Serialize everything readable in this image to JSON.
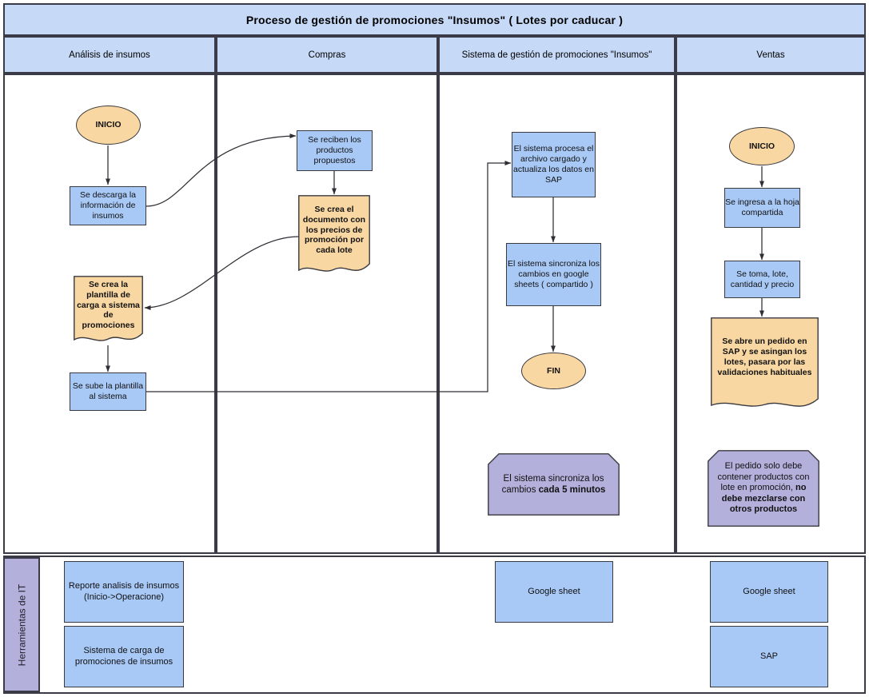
{
  "diagram": {
    "title": "Proceso de gestión de promociones \"Insumos\" ( Lotes por caducar )",
    "type": "swimlane-flowchart",
    "colors": {
      "header_fill": "#c6d9f7",
      "process_fill": "#a8c8f6",
      "terminator_fill": "#f8d7a3",
      "document_fill": "#f8d7a3",
      "note_fill": "#b3b0db",
      "border": "#39393f",
      "frame_border": "#3b3b47"
    }
  },
  "lanes": [
    {
      "id": "analisis",
      "label": "Análisis de insumos"
    },
    {
      "id": "compras",
      "label": "Compras"
    },
    {
      "id": "sistema",
      "label": "Sistema de gestión de promociones \"Insumos\""
    },
    {
      "id": "ventas",
      "label": "Ventas"
    }
  ],
  "nodes": {
    "inicio_analisis": {
      "label": "INICIO",
      "shape": "terminator",
      "lane": "analisis"
    },
    "descarga_info": {
      "label": "Se descarga la información de insumos",
      "shape": "process",
      "lane": "analisis"
    },
    "crea_plantilla": {
      "label": "Se crea la plantilla de carga a sistema de promociones",
      "shape": "document",
      "lane": "analisis"
    },
    "sube_plantilla": {
      "label": "Se sube la plantilla al sistema",
      "shape": "process",
      "lane": "analisis"
    },
    "reciben_productos": {
      "label": "Se reciben los productos propuestos",
      "shape": "process",
      "lane": "compras"
    },
    "crea_documento": {
      "label": "Se crea el documento con los precios de promoción por cada lote",
      "shape": "document",
      "lane": "compras"
    },
    "procesa_archivo": {
      "label": "El sistema procesa el archivo cargado y actualiza los datos en SAP",
      "shape": "process",
      "lane": "sistema"
    },
    "sincroniza": {
      "label": "El sistema sincroniza los cambios en google sheets ( compartido )",
      "shape": "process",
      "lane": "sistema"
    },
    "fin_sistema": {
      "label": "FIN",
      "shape": "terminator",
      "lane": "sistema"
    },
    "inicio_ventas": {
      "label": "INICIO",
      "shape": "terminator",
      "lane": "ventas"
    },
    "ingresa_hoja": {
      "label": "Se ingresa a la hoja compartida",
      "shape": "process",
      "lane": "ventas"
    },
    "toma_lote": {
      "label": "Se toma, lote, cantidad y precio",
      "shape": "process",
      "lane": "ventas"
    },
    "abre_pedido": {
      "label": "Se abre un pedido en SAP y se asingan los lotes, pasara por las validaciones habituales",
      "shape": "document",
      "lane": "ventas"
    }
  },
  "notes": {
    "note_sistema": {
      "lane": "sistema",
      "parts": [
        {
          "text": "El sistema sincroniza los cambios ",
          "bold": false
        },
        {
          "text": "cada 5 minutos",
          "bold": true
        }
      ]
    },
    "note_ventas": {
      "lane": "ventas",
      "parts": [
        {
          "text": "El pedido solo debe contener productos con lote en promoción, ",
          "bold": false
        },
        {
          "text": "no debe mezclarse con otros productos",
          "bold": true
        }
      ]
    }
  },
  "it_tools": {
    "label": "Herramientas de IT",
    "items": [
      {
        "lane": "analisis",
        "label": "Reporte analisis de insumos (Inicio->Operacione)"
      },
      {
        "lane": "analisis",
        "label": "Sistema de carga de promociones de insumos"
      },
      {
        "lane": "sistema",
        "label": "Google sheet"
      },
      {
        "lane": "ventas",
        "label": "Google sheet"
      },
      {
        "lane": "ventas",
        "label": "SAP"
      }
    ]
  },
  "edges": [
    {
      "from": "inicio_analisis",
      "to": "descarga_info",
      "style": "straight"
    },
    {
      "from": "descarga_info",
      "to": "reciben_productos",
      "style": "curve"
    },
    {
      "from": "reciben_productos",
      "to": "crea_documento",
      "style": "straight"
    },
    {
      "from": "crea_documento",
      "to": "crea_plantilla",
      "style": "curve"
    },
    {
      "from": "crea_plantilla",
      "to": "sube_plantilla",
      "style": "straight"
    },
    {
      "from": "sube_plantilla",
      "to": "procesa_archivo",
      "style": "orthogonal"
    },
    {
      "from": "procesa_archivo",
      "to": "sincroniza",
      "style": "straight"
    },
    {
      "from": "sincroniza",
      "to": "fin_sistema",
      "style": "straight"
    },
    {
      "from": "inicio_ventas",
      "to": "ingresa_hoja",
      "style": "straight"
    },
    {
      "from": "ingresa_hoja",
      "to": "toma_lote",
      "style": "straight"
    },
    {
      "from": "toma_lote",
      "to": "abre_pedido",
      "style": "straight"
    }
  ]
}
